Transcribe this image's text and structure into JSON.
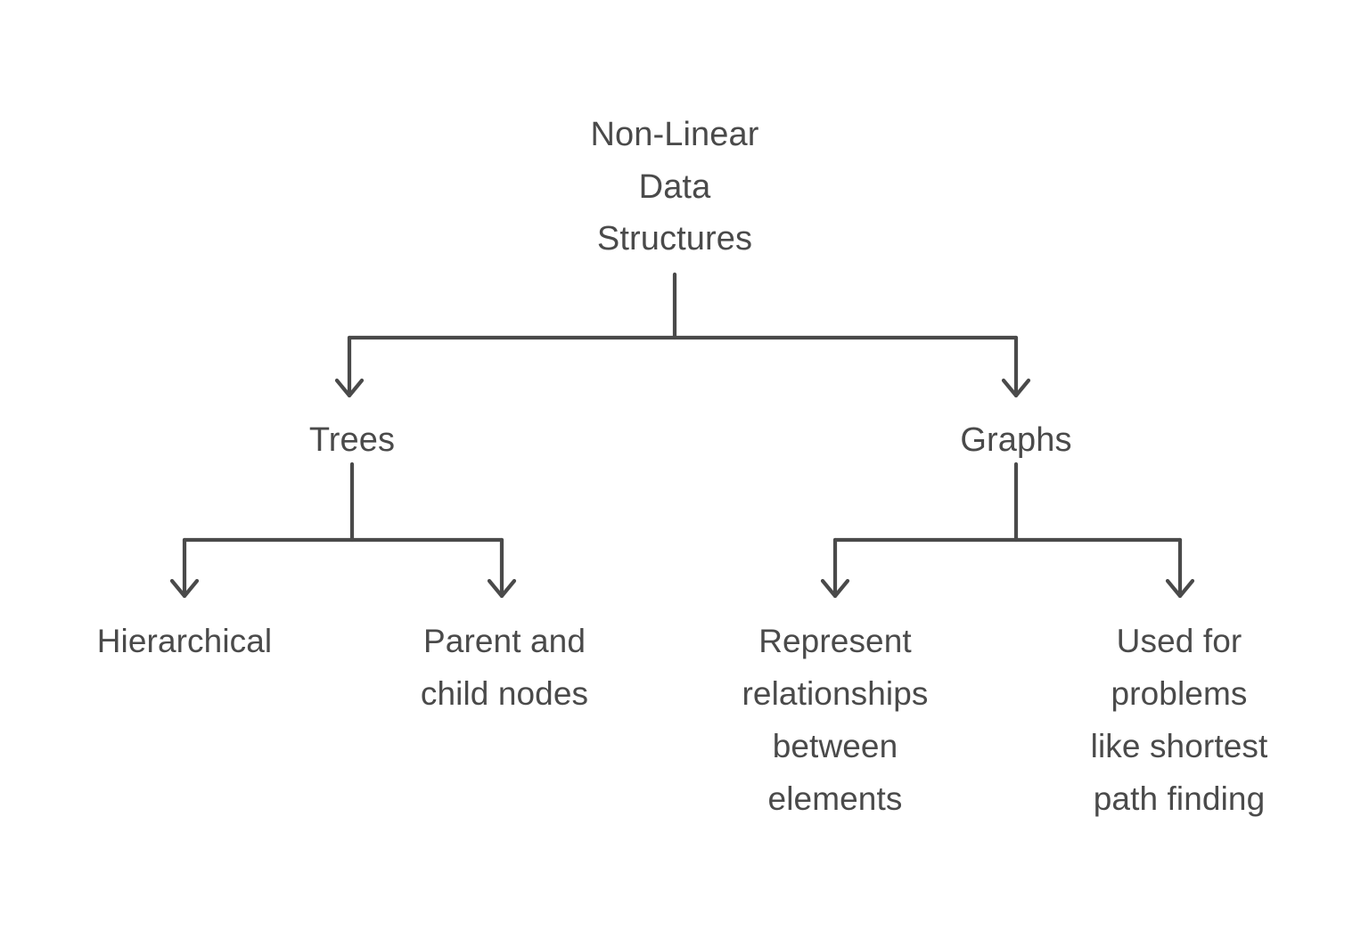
{
  "diagram": {
    "title": "Non-Linear Data Structures",
    "type": "tree-hierarchy",
    "background_color": "#ffffff",
    "stroke_color": "#4a4a4a",
    "text_color": "#4a4a4a",
    "root": {
      "label": "Non-Linear\nData\nStructures"
    },
    "branches": [
      {
        "label": "Trees"
      },
      {
        "label": "Graphs"
      }
    ],
    "leaves": [
      {
        "label": "Hierarchical"
      },
      {
        "label": "Parent and\nchild nodes"
      },
      {
        "label": "Represent\nrelationships\nbetween\nelements"
      },
      {
        "label": "Used for\nproblems\nlike shortest\npath finding"
      }
    ]
  }
}
